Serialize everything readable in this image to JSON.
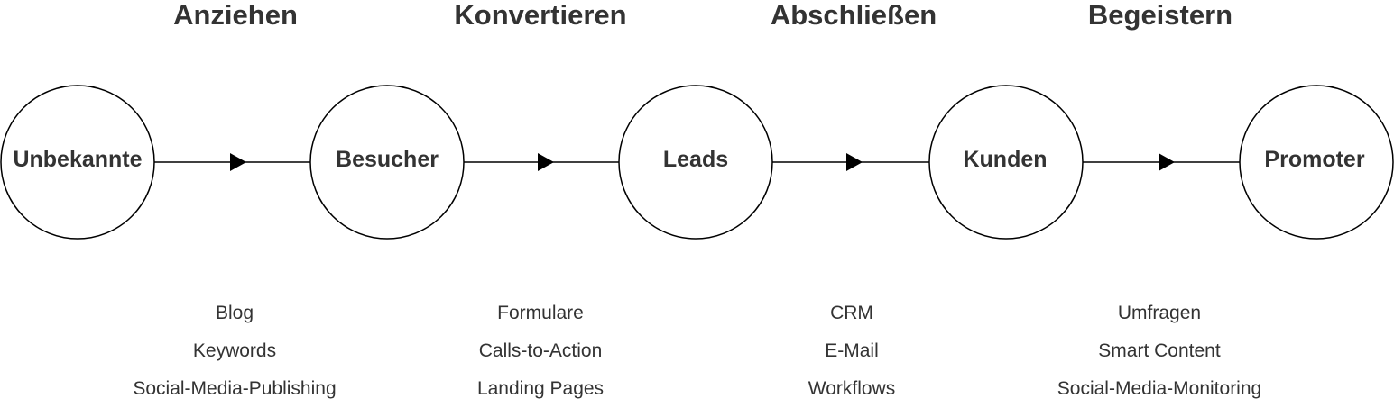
{
  "stages": [
    {
      "heading": "Anziehen",
      "tools": [
        "Blog",
        "Keywords",
        "Social-Media-Publishing"
      ]
    },
    {
      "heading": "Konvertieren",
      "tools": [
        "Formulare",
        "Calls-to-Action",
        "Landing Pages"
      ]
    },
    {
      "heading": "Abschließen",
      "tools": [
        "CRM",
        "E-Mail",
        "Workflows"
      ]
    },
    {
      "heading": "Begeistern",
      "tools": [
        "Umfragen",
        "Smart Content",
        "Social-Media-Monitoring"
      ]
    }
  ],
  "nodes": [
    "Unbekannte",
    "Besucher",
    "Leads",
    "Kunden",
    "Promoter"
  ],
  "colors": {
    "text": "#333333",
    "stroke": "#000000",
    "background": "#ffffff"
  }
}
